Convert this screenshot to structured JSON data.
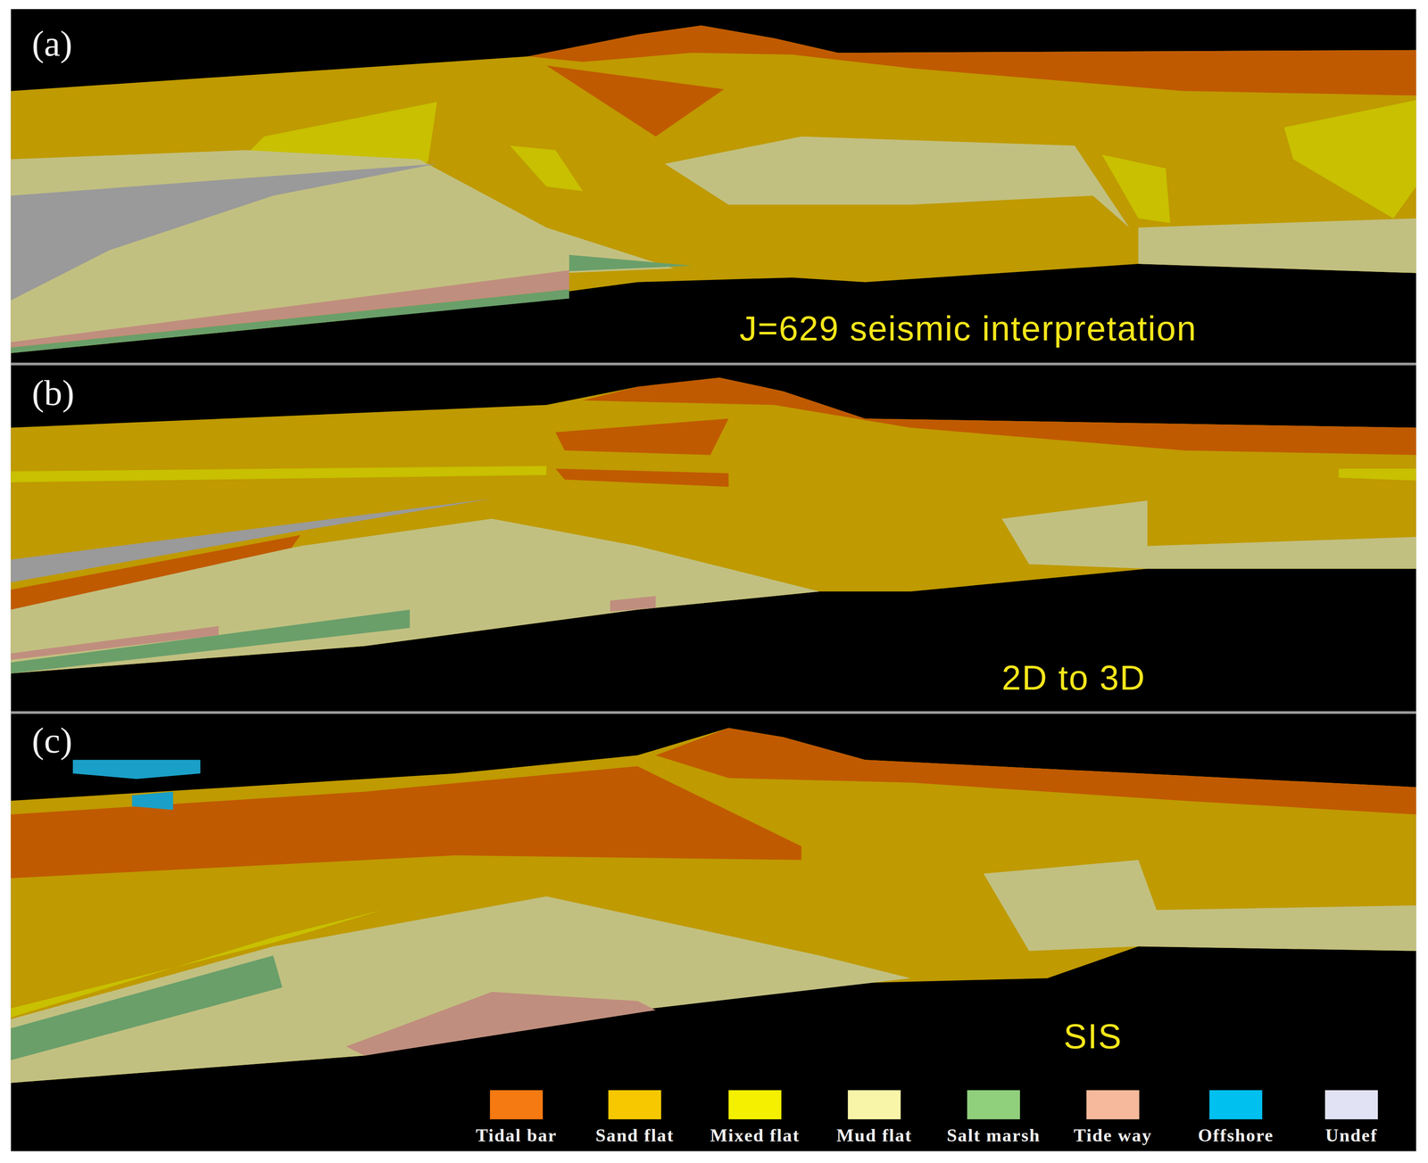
{
  "diagram": {
    "labels": [
      "(a)",
      "J=629 seismic interpretation",
      "(b)",
      "2D to 3D",
      "(c)",
      "SIS"
    ],
    "legend": [
      {
        "text": "Tidal bar",
        "color": "#f57a12"
      },
      {
        "text": "Sand flat",
        "color": "#f7c800"
      },
      {
        "text": "Mixed flat",
        "color": "#f5f000"
      },
      {
        "text": "Mud flat",
        "color": "#f8f5a8"
      },
      {
        "text": "Salt marsh",
        "color": "#90cf7c"
      },
      {
        "text": "Tide way",
        "color": "#f7b99c"
      },
      {
        "text": "Offshore",
        "color": "#00c0f0"
      },
      {
        "text": "Undef",
        "color": "#e2e2f5"
      }
    ]
  }
}
